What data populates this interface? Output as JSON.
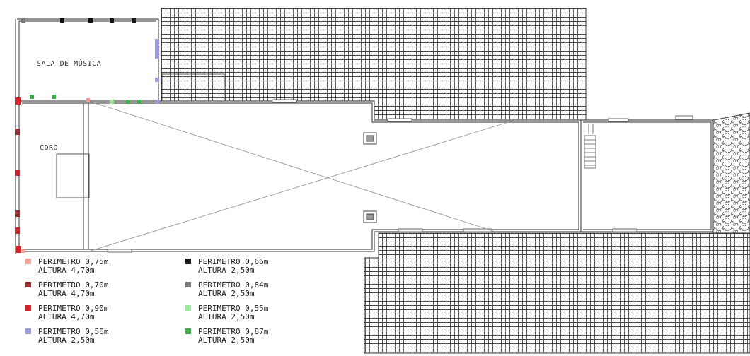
{
  "rooms": {
    "music_room": "SALA DE MÚSICA",
    "choir": "CORO"
  },
  "legend": [
    {
      "color": "#f4a09a",
      "perimeter": "PERIMETRO 0,75m",
      "height": "ALTURA 4,70m"
    },
    {
      "color": "#9b2a2a",
      "perimeter": "PERIMETRO 0,70m",
      "height": "ALTURA 4,70m"
    },
    {
      "color": "#d82028",
      "perimeter": "PERIMETRO 0,90m",
      "height": "ALTURA 4,70m"
    },
    {
      "color": "#9a9ee0",
      "perimeter": "PERIMETRO 0,56m",
      "height": "ALTURA 2,50m"
    },
    {
      "color": "#151515",
      "perimeter": "PERIMETRO 0,66m",
      "height": "ALTURA 2,50m"
    },
    {
      "color": "#7c7c7c",
      "perimeter": "PERIMETRO 0,84m",
      "height": "ALTURA 2,50m"
    },
    {
      "color": "#9be89b",
      "perimeter": "PERIMETRO 0,55m",
      "height": "ALTURA 2,50m"
    },
    {
      "color": "#3fb04a",
      "perimeter": "PERIMETRO 0,87m",
      "height": "ALTURA 2,50m"
    }
  ]
}
